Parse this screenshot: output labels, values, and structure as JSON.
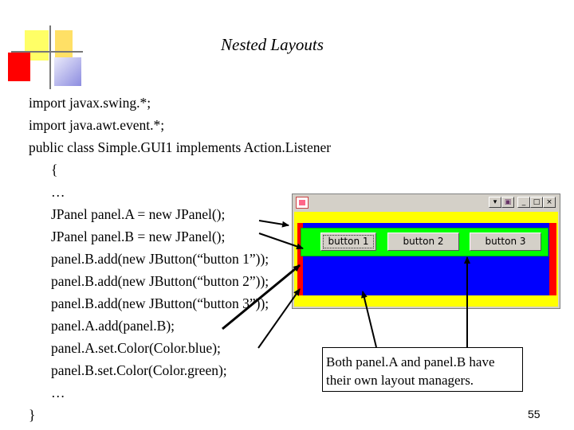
{
  "slide": {
    "title": "Nested Layouts",
    "page_number": "55"
  },
  "code_lines": [
    "import javax.swing.*;",
    "import java.awt.event.*;",
    "public class Simple.GUI1 implements Action.Listener",
    "{",
    "…",
    "JPanel panel.A = new JPanel();",
    "JPanel panel.B = new JPanel();",
    "panel.B.add(new JButton(“button 1”));",
    "panel.B.add(new JButton(“button 2”));",
    "panel.B.add(new JButton(“button 3”));",
    "panel.A.add(panel.B);",
    "panel.A.set.Color(Color.blue);",
    "panel.B.set.Color(Color.green);",
    "…",
    "}"
  ],
  "window": {
    "buttons": [
      "button 1",
      "button 2",
      "button 3"
    ],
    "title_controls": [
      "▾",
      "▣",
      "_",
      "□",
      "×"
    ]
  },
  "callout": {
    "line1": "Both panel.A and panel.B have",
    "line2": "their own layout managers."
  },
  "colors": {
    "panelA": "#0000ff",
    "panelB": "#00ff00",
    "frame_yellow": "#ffff00",
    "frame_red": "#ff0000"
  }
}
